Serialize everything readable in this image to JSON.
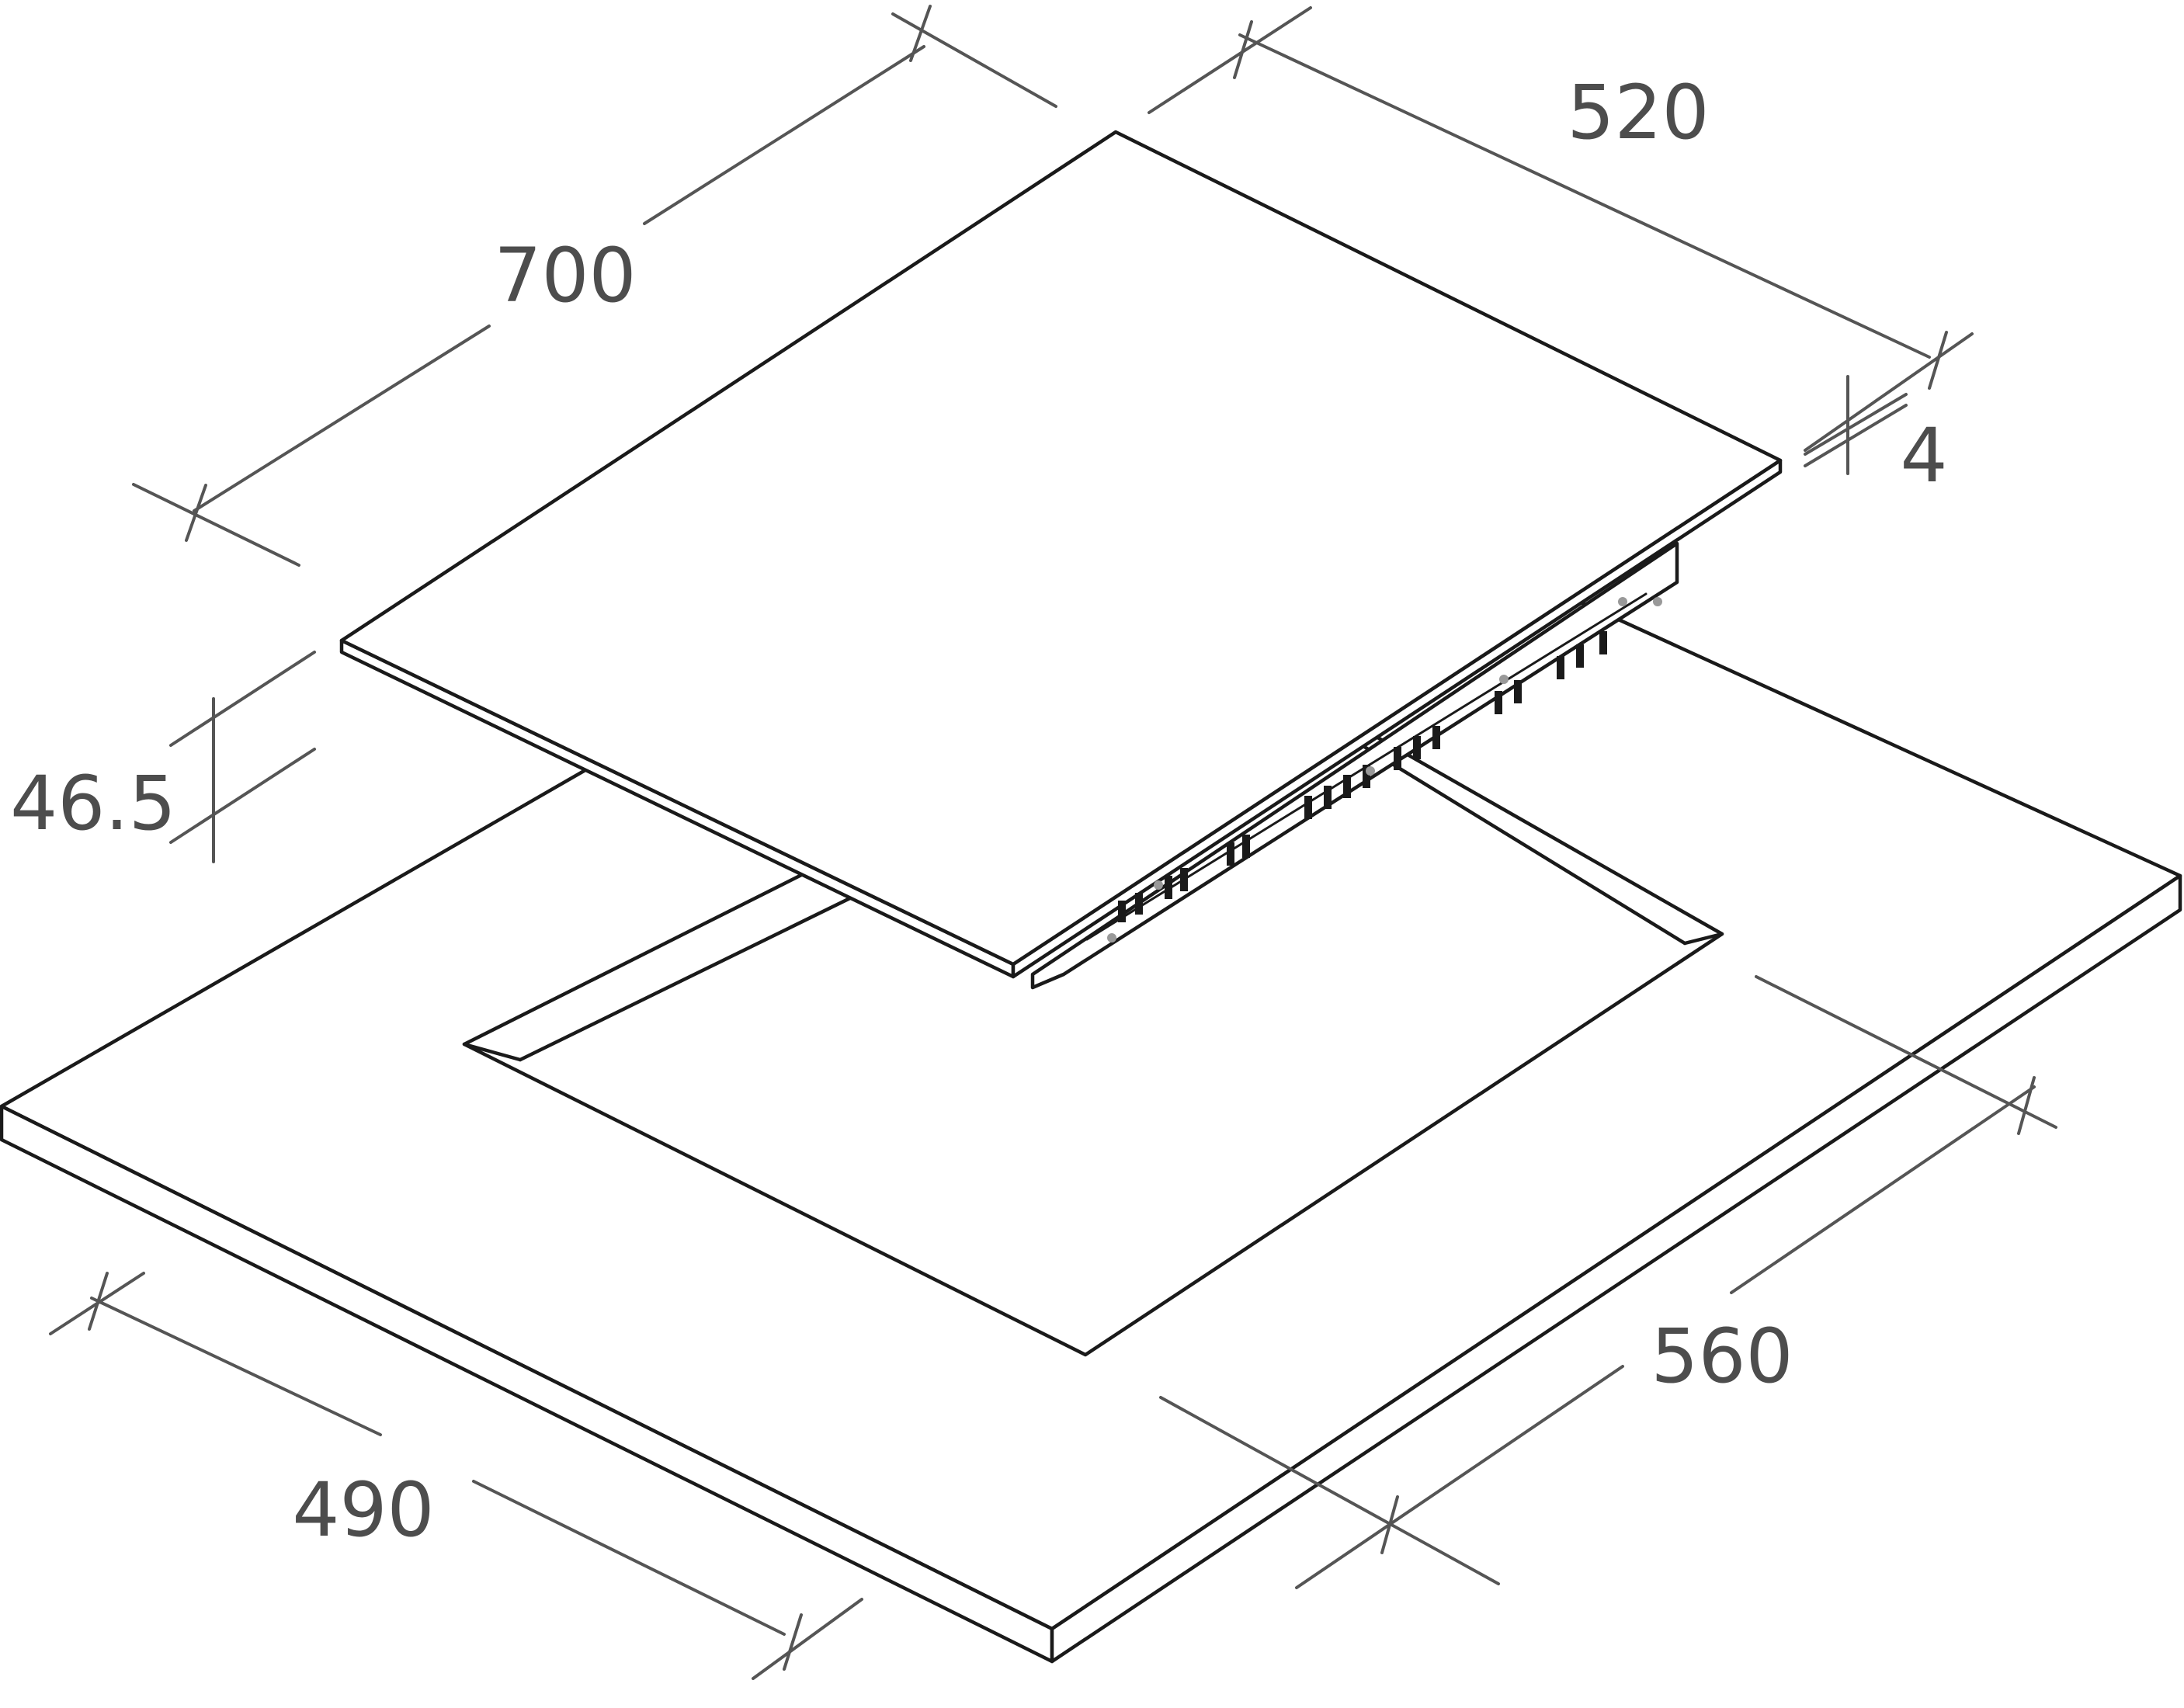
{
  "dimensions": {
    "hob_length": "700",
    "hob_width": "520",
    "glass_thickness": "4",
    "hob_height": "46.5",
    "cutout_width": "560",
    "cutout_depth": "490"
  },
  "colors": {
    "outline": "#1a1a1a",
    "dimension_line": "#555555",
    "label": "#4d4d4d",
    "background": "#ffffff"
  }
}
